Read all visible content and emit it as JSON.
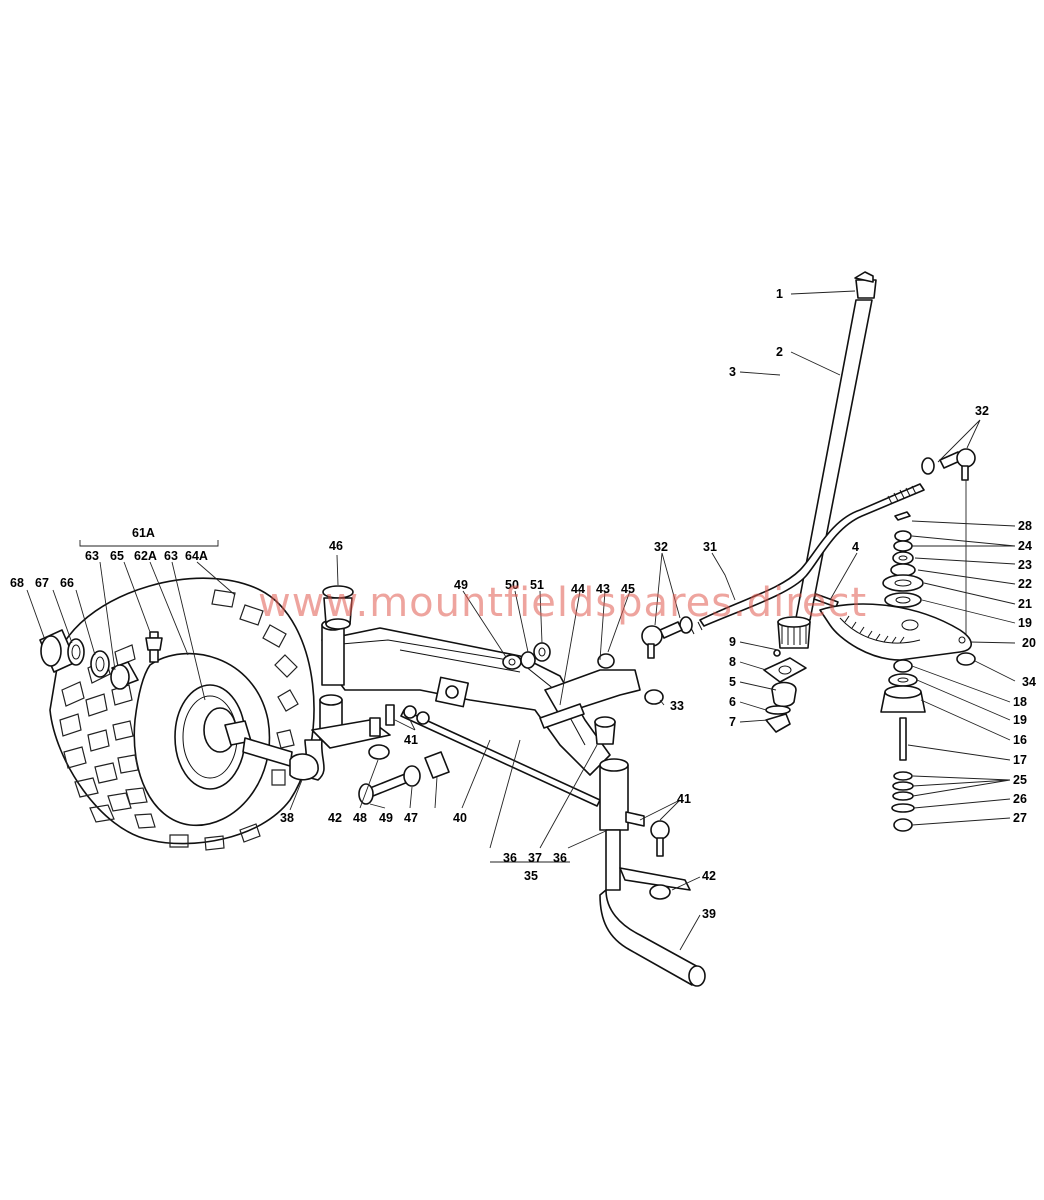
{
  "watermark": "www.mountfieldspares.direct",
  "labels": {
    "l1": "1",
    "l2": "2",
    "l3": "3",
    "l4": "4",
    "l5": "5",
    "l6": "6",
    "l7": "7",
    "l8": "8",
    "l9": "9",
    "l16": "16",
    "l17": "17",
    "l18": "18",
    "l19a": "19",
    "l19b": "19",
    "l20": "20",
    "l21": "21",
    "l22": "22",
    "l23": "23",
    "l24": "24",
    "l25": "25",
    "l26": "26",
    "l27": "27",
    "l28": "28",
    "l31": "31",
    "l32a": "32",
    "l32b": "32",
    "l33": "33",
    "l34": "34",
    "l35": "35",
    "l36a": "36",
    "l36b": "36",
    "l37": "37",
    "l38": "38",
    "l39": "39",
    "l40": "40",
    "l41a": "41",
    "l41b": "41",
    "l42a": "42",
    "l42b": "42",
    "l43": "43",
    "l44": "44",
    "l45": "45",
    "l46": "46",
    "l47": "47",
    "l48": "48",
    "l49a": "49",
    "l49b": "49",
    "l50": "50",
    "l51": "51",
    "l61A": "61A",
    "l62A": "62A",
    "l63a": "63",
    "l63b": "63",
    "l64A": "64A",
    "l65": "65",
    "l66": "66",
    "l67": "67",
    "l68": "68"
  }
}
